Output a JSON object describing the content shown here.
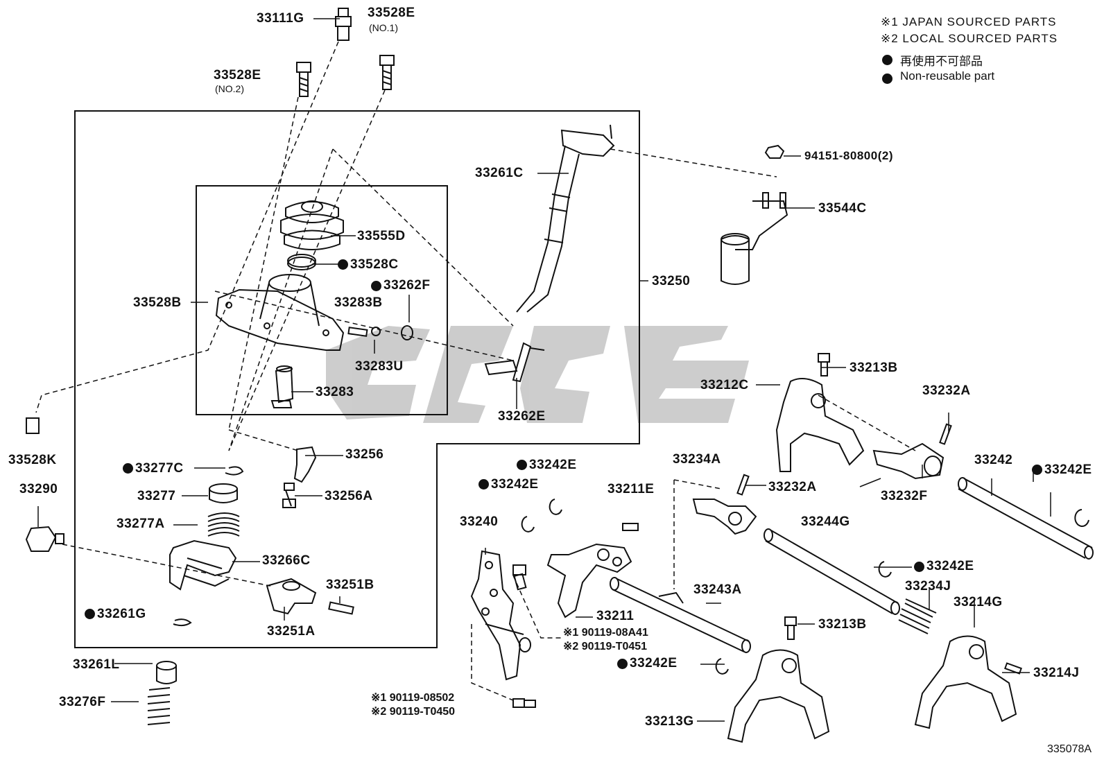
{
  "legend": {
    "note1": "※1 JAPAN SOURCED PARTS",
    "note2": "※2 LOCAL SOURCED PARTS",
    "non_reusable_jp": "再使用不可部品",
    "non_reusable_en": "Non-reusable part"
  },
  "figure_id": "335078A",
  "parts": {
    "p33111G": "33111G",
    "p33528E_1": "33528E",
    "p33528E_1_note": "(NO.1)",
    "p33528E_2": "33528E",
    "p33528E_2_note": "(NO.2)",
    "p33261C": "33261C",
    "p94151": "94151-80800(2)",
    "p33544C": "33544C",
    "p33555D": "33555D",
    "p33528C": "33528C",
    "p33262F": "33262F",
    "p33250": "33250",
    "p33528B": "33528B",
    "p33283B": "33283B",
    "p33283U": "33283U",
    "p33283": "33283",
    "p33262E": "33262E",
    "p33213B_1": "33213B",
    "p33212C": "33212C",
    "p33232A_1": "33232A",
    "p33528K": "33528K",
    "p33256": "33256",
    "p33277C": "33277C",
    "p33290": "33290",
    "p33277": "33277",
    "p33256A": "33256A",
    "p33242E_1": "33242E",
    "p33242E_2": "33242E",
    "p33234A": "33234A",
    "p33232A_2": "33232A",
    "p33232F": "33232F",
    "p33242": "33242",
    "p33242E_3": "33242E",
    "p33211E": "33211E",
    "p33277A": "33277A",
    "p33240": "33240",
    "p33244G": "33244G",
    "p33266C": "33266C",
    "p33242E_4": "33242E",
    "p33251B": "33251B",
    "p33243A": "33243A",
    "p33234J": "33234J",
    "p33214G": "33214G",
    "p33261G": "33261G",
    "p33211": "33211",
    "p33251A": "33251A",
    "p90119_08A41": "※1 90119-08A41",
    "p90119_T0451": "※2 90119-T0451",
    "p33213B_2": "33213B",
    "p33242E_5": "33242E",
    "p33214J": "33214J",
    "p33261L": "33261L",
    "p33276F": "33276F",
    "p90119_08502": "※1 90119-08502",
    "p90119_T0450": "※2 90119-T0450",
    "p33213G": "33213G"
  },
  "colors": {
    "line": "#111111",
    "watermark": "#c8c8c8"
  }
}
